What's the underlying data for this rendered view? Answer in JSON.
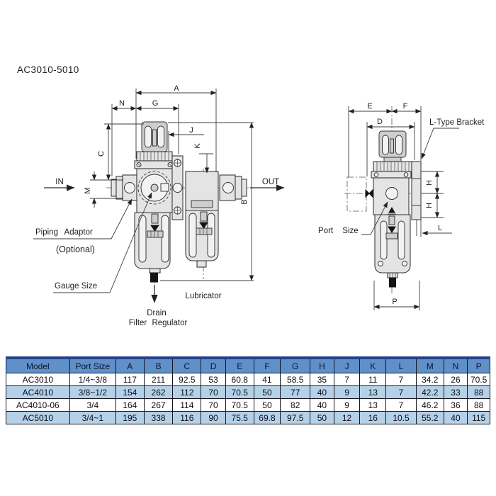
{
  "title": "AC3010-5010",
  "front_view": {
    "dim_labels": {
      "A": "A",
      "N": "N",
      "G": "G",
      "C": "C",
      "J": "J",
      "K": "K",
      "M": "M",
      "B": "B"
    },
    "flow_labels": {
      "in": "IN",
      "out": "OUT"
    },
    "callouts": {
      "piping_adaptor": "Piping Adaptor",
      "optional": "(Optional)",
      "gauge_size": "Gauge Size",
      "lubricator": "Lubricator",
      "drain": "Drain",
      "filter_regulator": "Filter Regulator"
    }
  },
  "side_view": {
    "dim_labels": {
      "E": "E",
      "F": "F",
      "D": "D",
      "H_upper": "H",
      "H_lower": "H",
      "L": "L",
      "P": "P"
    },
    "callouts": {
      "l_type_bracket": "L-Type Bracket",
      "port_size": "Port Size"
    }
  },
  "table": {
    "headers": [
      "Model",
      "Port Size",
      "A",
      "B",
      "C",
      "D",
      "E",
      "F",
      "G",
      "H",
      "J",
      "K",
      "L",
      "M",
      "N",
      "P"
    ],
    "rows": [
      [
        "AC3010",
        "1/4~3/8",
        "117",
        "211",
        "92.5",
        "53",
        "60.8",
        "41",
        "58.5",
        "35",
        "7",
        "11",
        "7",
        "34.2",
        "26",
        "70.5"
      ],
      [
        "AC4010",
        "3/8~1/2",
        "154",
        "262",
        "112",
        "70",
        "70.5",
        "50",
        "77",
        "40",
        "9",
        "13",
        "7",
        "42.2",
        "33",
        "88"
      ],
      [
        "AC4010-06",
        "3/4",
        "164",
        "267",
        "114",
        "70",
        "70.5",
        "50",
        "82",
        "40",
        "9",
        "13",
        "7",
        "46.2",
        "36",
        "88"
      ],
      [
        "AC5010",
        "3/4~1",
        "195",
        "338",
        "116",
        "90",
        "75.5",
        "69.8",
        "97.5",
        "50",
        "12",
        "16",
        "10.5",
        "55.2",
        "40",
        "115"
      ]
    ]
  },
  "colors": {
    "table_header_bg": "#6090c8",
    "table_alt_row_bg": "#b5d1e8",
    "table_top_border": "#24418c",
    "line": "#333333",
    "device_fill": "#e4e4e4",
    "drain_fill": "#141414",
    "background": "#ffffff"
  }
}
